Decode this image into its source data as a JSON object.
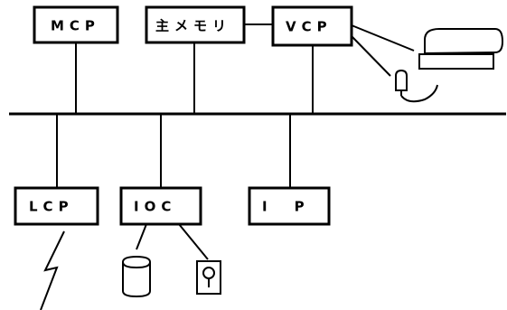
{
  "nodes": {
    "mcp": {
      "label": "MCP"
    },
    "main_memory": {
      "label": "主メモリ"
    },
    "vcp": {
      "label": "VCP"
    },
    "lcp": {
      "label": "LCP"
    },
    "ioc": {
      "label": "IOC"
    },
    "ip": {
      "label": "IP"
    }
  },
  "devices": {
    "terminal": {
      "icon": "display-terminal-icon"
    },
    "light_pen": {
      "icon": "light-pen-icon"
    },
    "disk": {
      "icon": "disk-pack-icon"
    },
    "tape": {
      "icon": "tape-reel-icon"
    },
    "comm_line": {
      "icon": "lightning-link-icon"
    }
  },
  "colors": {
    "ink": "#000000",
    "paper": "#ffffff"
  }
}
